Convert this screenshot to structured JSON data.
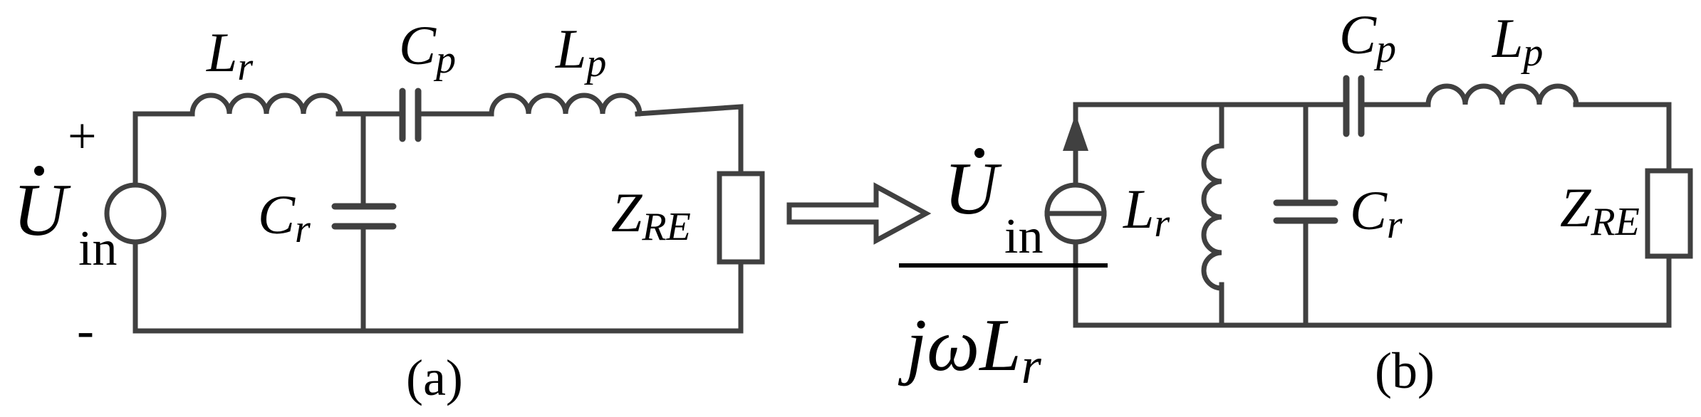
{
  "circuit_a": {
    "labels": {
      "Lr_main": "L",
      "Lr_sub": "r",
      "Cp_main": "C",
      "Cp_sub": "p",
      "Lp_main": "L",
      "Lp_sub": "p",
      "Cr_main": "C",
      "Cr_sub": "r",
      "Z_main": "Z",
      "Z_sub": "RE",
      "U_main": "U",
      "U_sub": "in",
      "plus": "+",
      "minus": "-",
      "caption": "(a)"
    }
  },
  "arrow": {
    "meaning": "transforms-to"
  },
  "circuit_b": {
    "labels": {
      "Cp_main": "C",
      "Cp_sub": "p",
      "Lp_main": "L",
      "Lp_sub": "p",
      "Lr_main": "L",
      "Lr_sub": "r",
      "Cr_main": "C",
      "Cr_sub": "r",
      "Z_main": "Z",
      "Z_sub": "RE",
      "U_main": "U",
      "U_sub": "in",
      "den_main": "jωL",
      "den_sub": "r",
      "caption": "(b)"
    }
  }
}
